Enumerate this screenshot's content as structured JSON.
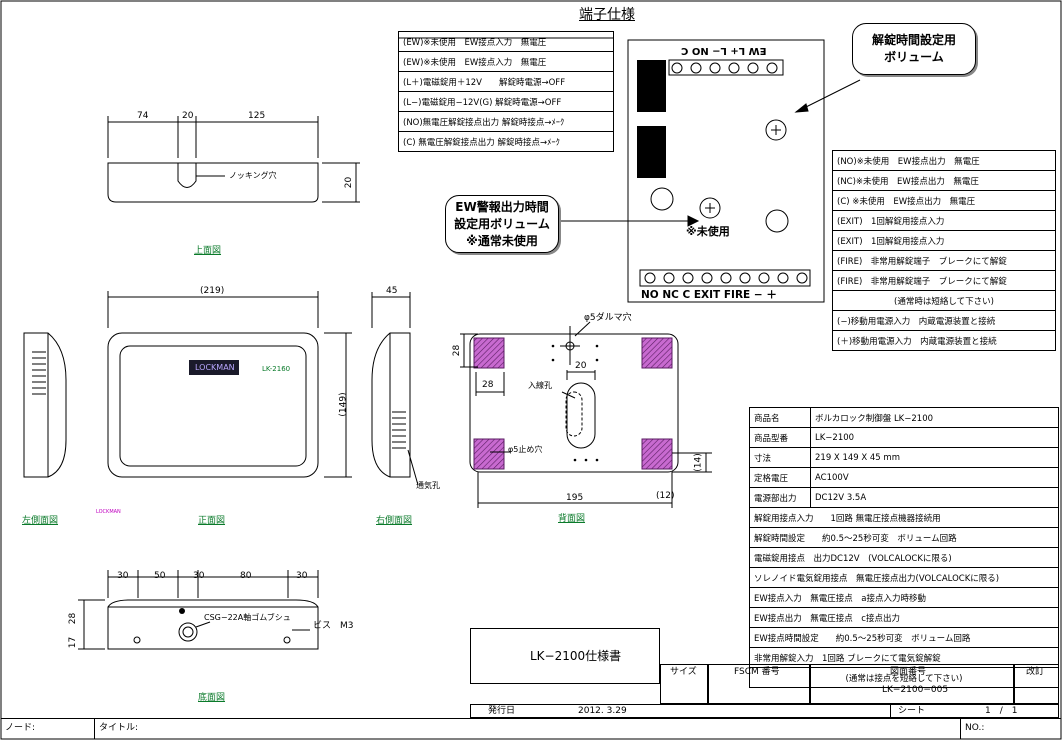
{
  "title": "端子仕様",
  "terminal_table_top": [
    "(EW)※未使用　EW接点入力　無電圧",
    "(EW)※未使用　EW接点入力　無電圧",
    "(L＋)電磁錠用＋12V　　解錠時電源→OFF",
    "(L−)電磁錠用−12V(G)  解錠時電源→OFF",
    "(NO)無電圧解錠接点出力 解錠時接点→ﾒｰｸ",
    "(C)  無電圧解錠接点出力 解錠時接点→ﾒｰｸ"
  ],
  "terminal_table_right": [
    "(NO)※未使用　EW接点出力　無電圧",
    "(NC)※未使用　EW接点出力　無電圧",
    "(C)  ※未使用　EW接点出力　無電圧",
    "(EXIT)　1回解錠用接点入力",
    "(EXIT)　1回解錠用接点入力",
    "(FIRE)　非常用解錠端子　ブレークにて解錠",
    "(FIRE)　非常用解錠端子　ブレークにて解錠",
    "(通常時は短絡して下さい)",
    "(−)移動用電源入力　内蔵電源装置と接続",
    "(＋)移動用電源入力　内蔵電源装置と接続"
  ],
  "board": {
    "top_terminals_label": "EW  L+ L− NO C",
    "bottom_terminals_label": "NO NC C  EXIT  FIRE  −  ＋",
    "unused_label": "※未使用"
  },
  "callouts": {
    "volume1": [
      "解錠時間設定用",
      "ボリューム"
    ],
    "volume2": [
      "EW警報出力時間",
      "設定用ボリューム",
      "※通常未使用"
    ]
  },
  "dims": {
    "top_74": "74",
    "top_20": "20",
    "top_125": "125",
    "top_20v": "20",
    "knock_hole": "ノッキング穴",
    "front_219": "(219)",
    "front_149": "(149)",
    "side_45": "45",
    "rear_28v": "28",
    "rear_28h": "28",
    "rear_20": "20",
    "rear_195": "195",
    "rear_14": "(14)",
    "rear_12": "(12)",
    "rear_hole_top": "φ5ダルマ穴",
    "rear_hole_side": "φ5止め穴",
    "rear_inlet": "入線孔",
    "vent": "通気孔",
    "bot_30a": "30",
    "bot_50": "50",
    "bot_30b": "30",
    "bot_80": "80",
    "bot_30c": "30",
    "bot_28": "28",
    "bot_17": "17",
    "bushing": "CSG−22A軸ゴムブシュ",
    "screw": "ビス　M3"
  },
  "front_panel": {
    "logo": "LOCKMAN",
    "model": "LK-2160"
  },
  "views": {
    "top": "上面図",
    "left": "左側面図",
    "front": "正面図",
    "right": "右側面図",
    "rear": "背面図",
    "bottom": "底面図",
    "tiny_logo": "LOCKMAN"
  },
  "spec_table": [
    [
      "商品名",
      "ボルカロック制御盤  LK−2100"
    ],
    [
      "商品型番",
      "LK−2100"
    ],
    [
      "寸法",
      "219 X 149  X 45 mm"
    ],
    [
      "定格電圧",
      "AC100V"
    ],
    [
      "電源部出力",
      "DC12V 3.5A"
    ],
    [
      "解錠用接点入力　　1回路  無電圧接点機器接続用",
      ""
    ],
    [
      "解錠時間設定　　約0.5〜25秒可変　ボリューム回路",
      ""
    ],
    [
      "電磁錠用接点　出力DC12V　(VOLCALOCKに限る)",
      ""
    ],
    [
      "ソレノイド電気錠用接点　無電圧接点出力(VOLCALOCKに限る)",
      ""
    ],
    [
      "EW接点入力　無電圧接点　a接点入力時移動",
      ""
    ],
    [
      "EW接点出力　無電圧接点　c接点出力",
      ""
    ],
    [
      "EW接点時間設定　　約0.5〜25秒可変　ボリューム回路",
      ""
    ],
    [
      "非常用解錠入力　1回路  ブレークにて電気錠解錠",
      ""
    ],
    [
      "(通常は接点を短絡して下さい)",
      ""
    ]
  ],
  "title_block": {
    "doc_title": "LK−2100仕様書",
    "size_label": "サイズ",
    "fscm_label": "FSCM 番号",
    "drawing_no_label": "図面番号",
    "drawing_no": "LK−2100−005",
    "revision_label": "改訂",
    "issue_label": "発行日",
    "issue_date": "2012. 3.29",
    "sheet_label": "シート",
    "sheet_value": "1　/　1",
    "code_label": "ノード:",
    "title_label": "タイトル:",
    "no_label": "NO.:"
  }
}
